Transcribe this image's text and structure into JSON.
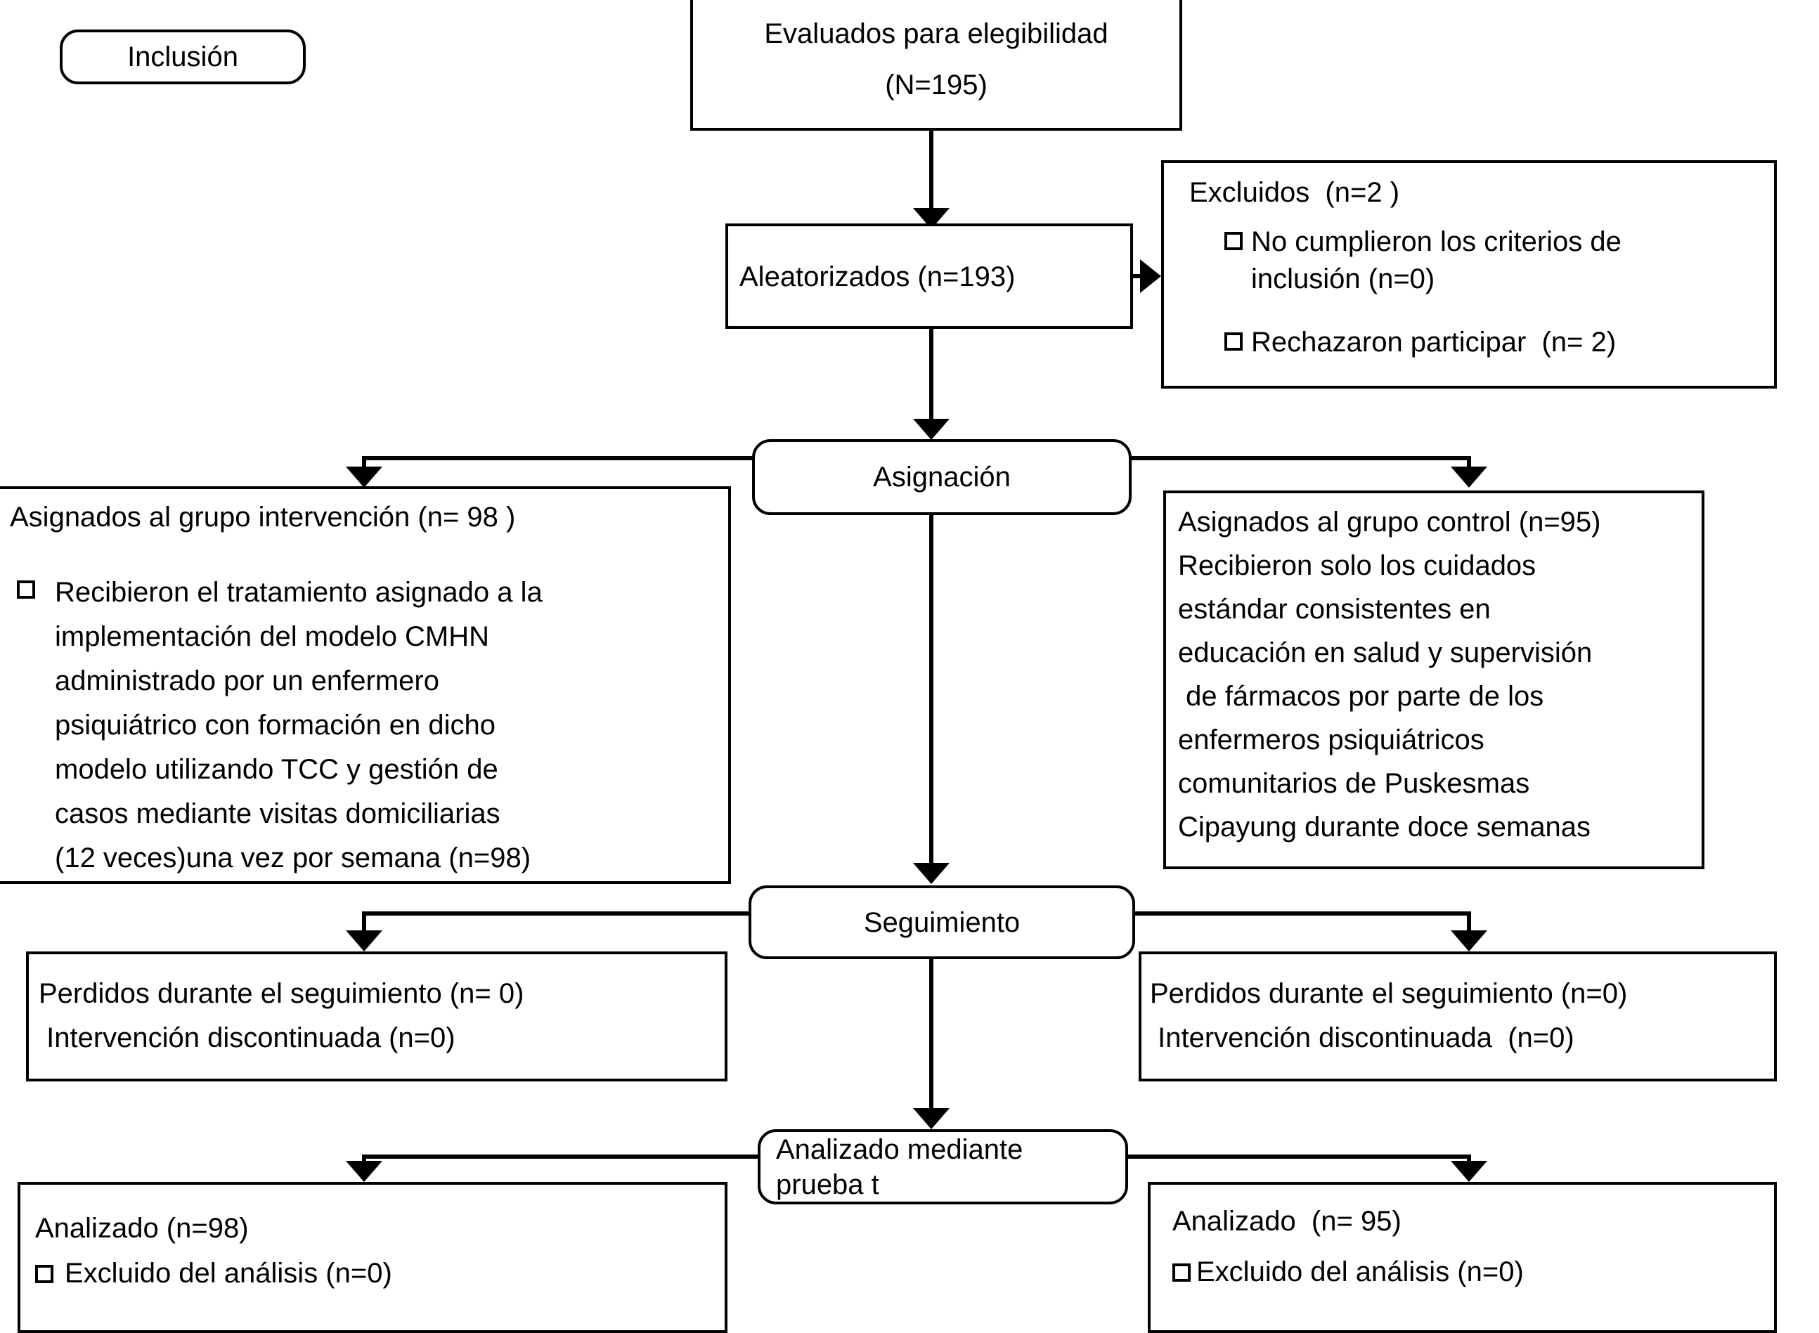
{
  "diagram": {
    "title": "Diagrama de flujo CONSORT",
    "language": "es",
    "line_color": "#000000",
    "background": "#ffffff"
  },
  "stages": {
    "inclusion": "Inclusión",
    "asignacion": "Asignación",
    "seguimiento": "Seguimiento",
    "analisis": "Analizado mediante\nprueba t"
  },
  "nodes": {
    "enrollment": {
      "line1": "Evaluados para elegibilidad",
      "line2": "(N=195)"
    },
    "randomized": {
      "label": "Aleatorizados (n=193)"
    },
    "excluded": {
      "heading": "Excluidos  (n=2 )",
      "items": [
        "No cumplieron los criterios de\ninclusión (n=0)",
        "Rechazaron participar  (n= 2)"
      ]
    },
    "intervention_alloc": {
      "heading": "Asignados al grupo intervención (n= 98 )",
      "items": [
        "Recibieron el tratamiento asignado a la\nimplementación del modelo CMHN\nadministrado por un enfermero\npsiquiátrico con formación en dicho\nmodelo utilizando TCC y gestión de\ncasos mediante visitas domiciliarias\n(12 veces)una vez por semana (n=98)"
      ]
    },
    "control_alloc": {
      "body": "Asignados al grupo control (n=95)\nRecibieron solo los cuidados\nestándar consistentes en\neducación en salud y supervisión\n de fármacos por parte de los\nenfermeros psiquiátricos\ncomunitarios de Puskesmas\nCipayung durante doce semanas"
    },
    "intervention_followup": {
      "line1": "Perdidos durante el seguimiento (n= 0)",
      "line2": " Intervención discontinuada (n=0)"
    },
    "control_followup": {
      "line1": "Perdidos durante el seguimiento (n=0)",
      "line2": " Intervención discontinuada  (n=0)"
    },
    "intervention_analysis": {
      "line1": "Analizado (n=98)",
      "item": "Excluido del análisis (n=0)"
    },
    "control_analysis": {
      "line1": "Analizado  (n= 95)",
      "item": "Excluido del análisis (n=0)"
    }
  }
}
